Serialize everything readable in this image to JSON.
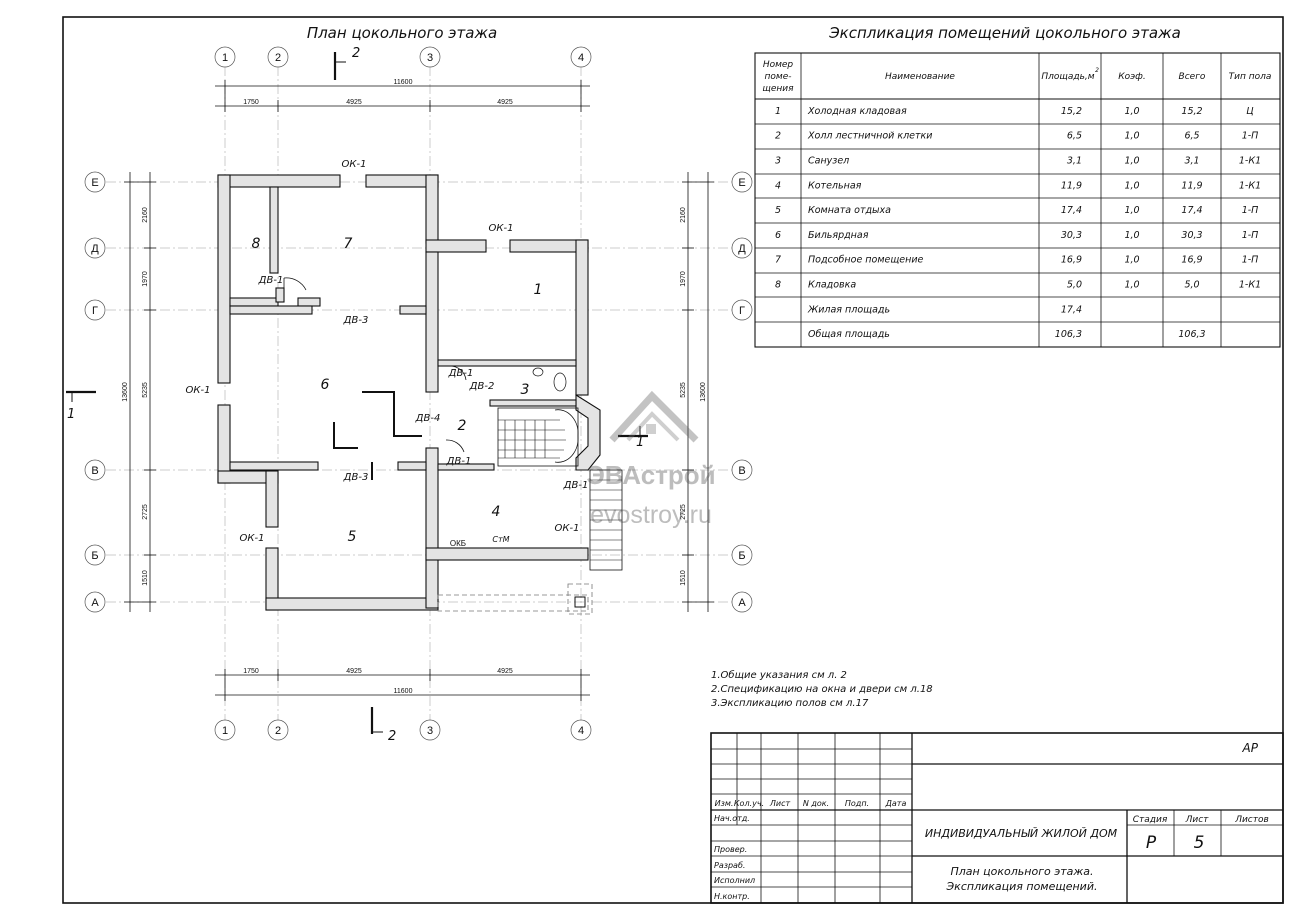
{
  "plan": {
    "title": "План цокольного этажа",
    "section_mark": "2",
    "section_mark_side": "1",
    "axes_numeric": [
      "1",
      "2",
      "3",
      "4"
    ],
    "axes_letters": [
      "Е",
      "Д",
      "Г",
      "В",
      "Б",
      "А"
    ],
    "dims_top": {
      "total": "11600",
      "parts": [
        "1750",
        "4925",
        "4925"
      ]
    },
    "dims_side": {
      "total": "13600",
      "parts": [
        "2160",
        "1970",
        "5235",
        "2725",
        "1510"
      ]
    },
    "rooms": [
      "1",
      "2",
      "3",
      "4",
      "5",
      "6",
      "7",
      "8"
    ],
    "tags": {
      "ok1": "ОК-1",
      "dv1": "ДВ-1",
      "dv2": "ДВ-2",
      "dv3": "ДВ-3",
      "dv4": "ДВ-4",
      "okb": "ОКБ",
      "stm": "СтМ"
    }
  },
  "watermark": {
    "line1": "ЭВАстрой",
    "line2": "evostroy.ru"
  },
  "explication": {
    "title": "Экспликация помещений цокольного этажа",
    "headers": {
      "num": [
        "Номер",
        "поме-",
        "щения"
      ],
      "name": "Наименование",
      "area": "Площадь,м",
      "area_sup": "2",
      "coef": "Коэф.",
      "total": "Всего",
      "floor": "Тип пола"
    },
    "rows": [
      {
        "num": "1",
        "name": "Холодная кладовая",
        "area": "15,2",
        "coef": "1,0",
        "total": "15,2",
        "floor": "Ц"
      },
      {
        "num": "2",
        "name": "Холл лестничной клетки",
        "area": "6,5",
        "coef": "1,0",
        "total": "6,5",
        "floor": "1-П"
      },
      {
        "num": "3",
        "name": "Санузел",
        "area": "3,1",
        "coef": "1,0",
        "total": "3,1",
        "floor": "1-К1"
      },
      {
        "num": "4",
        "name": "Котельная",
        "area": "11,9",
        "coef": "1,0",
        "total": "11,9",
        "floor": "1-К1"
      },
      {
        "num": "5",
        "name": "Комната отдыха",
        "area": "17,4",
        "coef": "1,0",
        "total": "17,4",
        "floor": "1-П"
      },
      {
        "num": "6",
        "name": "Бильярдная",
        "area": "30,3",
        "coef": "1,0",
        "total": "30,3",
        "floor": "1-П"
      },
      {
        "num": "7",
        "name": "Подсобное помещение",
        "area": "16,9",
        "coef": "1,0",
        "total": "16,9",
        "floor": "1-П"
      },
      {
        "num": "8",
        "name": "Кладовка",
        "area": "5,0",
        "coef": "1,0",
        "total": "5,0",
        "floor": "1-К1"
      },
      {
        "num": "",
        "name": "Жилая площадь",
        "area": "17,4",
        "coef": "",
        "total": "",
        "floor": ""
      },
      {
        "num": "",
        "name": "Общая площадь",
        "area": "106,3",
        "coef": "",
        "total": "106,3",
        "floor": ""
      }
    ]
  },
  "notes": [
    "1.Общие указания  см л. 2",
    "2.Спецификацию на окна и двери см л.18",
    "3.Экспликацию полов см л.17"
  ],
  "stamp": {
    "code": "АР",
    "cols": [
      "Изм.",
      "Кол.уч.",
      "Лист",
      "N док.",
      "Подп.",
      "Дата"
    ],
    "roles": [
      "Нач.отд.",
      "Провер.",
      "Разраб.",
      "Исполнил",
      "Н.контр."
    ],
    "project": "ИНДИВИДУАЛЬНЫЙ ЖИЛОЙ ДОМ",
    "stage_label": "Стадия",
    "sheet_label": "Лист",
    "sheets_label": "Листов",
    "stage": "Р",
    "sheet": "5",
    "sheets": "",
    "drawing_title": [
      "План цокольного этажа.",
      "Экспликация помещений."
    ]
  }
}
